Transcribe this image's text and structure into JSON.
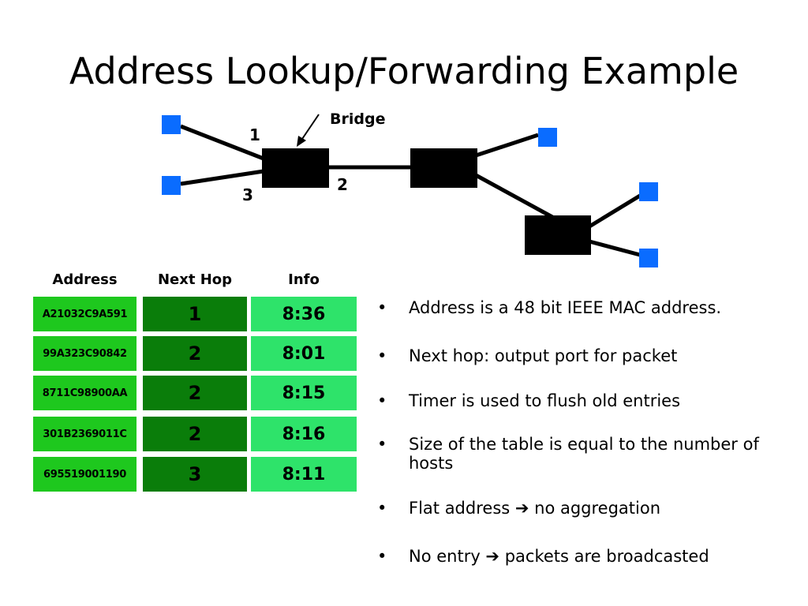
{
  "slide": {
    "title": "Address Lookup/Forwarding Example"
  },
  "diagram": {
    "bridge_label": "Bridge",
    "port_labels": [
      "1",
      "2",
      "3"
    ],
    "colors": {
      "host": "#0a6cff",
      "bridge": "#000000",
      "link": "#000000"
    }
  },
  "table": {
    "headers": [
      "Address",
      "Next Hop",
      "Info"
    ],
    "rows": [
      {
        "address": "A21032C9A591",
        "next_hop": "1",
        "info": "8:36"
      },
      {
        "address": "99A323C90842",
        "next_hop": "2",
        "info": "8:01"
      },
      {
        "address": "8711C98900AA",
        "next_hop": "2",
        "info": "8:15"
      },
      {
        "address": "301B2369011C",
        "next_hop": "2",
        "info": "8:16"
      },
      {
        "address": "695519001190",
        "next_hop": "3",
        "info": "8:11"
      }
    ],
    "colors": {
      "address_cell": "#1ec81e",
      "hop_cell": "#0a7d0a",
      "info_cell": "#2ee36a"
    }
  },
  "bullets": {
    "marker": "•",
    "items": [
      "Address is a 48 bit IEEE MAC address.",
      "Next hop: output port for packet",
      "Timer is used to flush old entries",
      "Size of the table is equal to the number of hosts",
      "Flat address ➔ no aggregation",
      "No entry ➔ packets are broadcasted"
    ]
  }
}
